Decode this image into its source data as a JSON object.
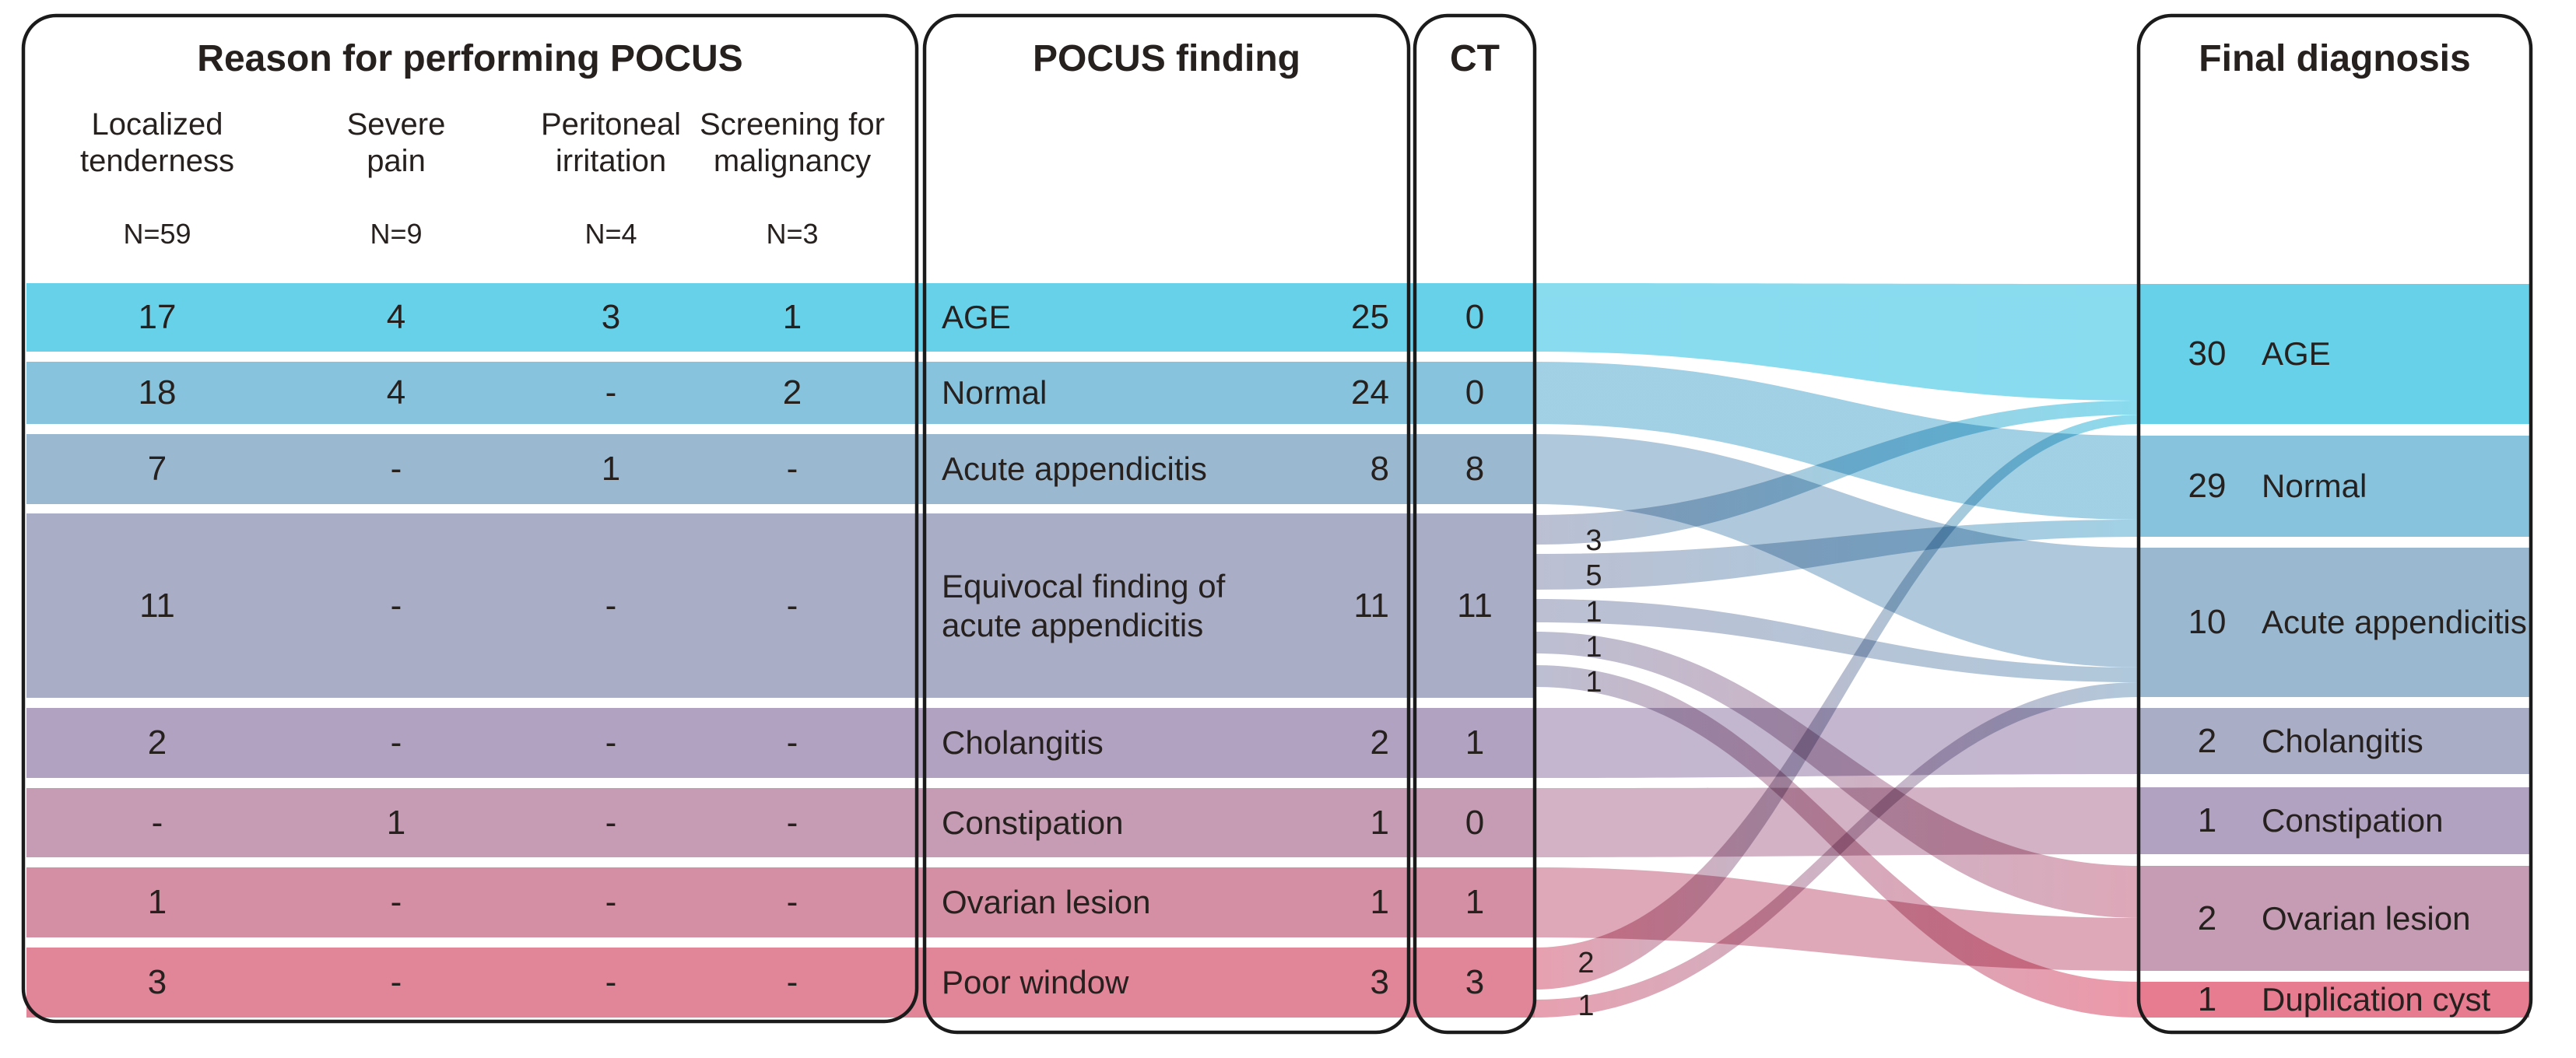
{
  "left_panel": {
    "title": "Reason for performing POCUS",
    "columns": [
      {
        "label": "Localized\ntenderness",
        "n": "N=59"
      },
      {
        "label": "Severe\npain",
        "n": "N=9"
      },
      {
        "label": "Peritoneal\nirritation",
        "n": "N=4"
      },
      {
        "label": "Screening for\nmalignancy",
        "n": "N=3"
      }
    ],
    "rows": [
      [
        "17",
        "4",
        "3",
        "1"
      ],
      [
        "18",
        "4",
        "-",
        "2"
      ],
      [
        "7",
        "-",
        "1",
        "-"
      ],
      [
        "11",
        "-",
        "-",
        "-"
      ],
      [
        "2",
        "-",
        "-",
        "-"
      ],
      [
        "-",
        "1",
        "-",
        "-"
      ],
      [
        "1",
        "-",
        "-",
        "-"
      ],
      [
        "3",
        "-",
        "-",
        "-"
      ]
    ]
  },
  "pocus_panel": {
    "title": "POCUS finding",
    "rows": [
      {
        "label": "AGE",
        "value": "25"
      },
      {
        "label": "Normal",
        "value": "24"
      },
      {
        "label": "Acute appendicitis",
        "value": "8"
      },
      {
        "label": "Equivocal finding of\nacute appendicitis",
        "value": "11"
      },
      {
        "label": "Cholangitis",
        "value": "2"
      },
      {
        "label": "Constipation",
        "value": "1"
      },
      {
        "label": "Ovarian lesion",
        "value": "1"
      },
      {
        "label": "Poor window",
        "value": "3"
      }
    ]
  },
  "ct_panel": {
    "title": "CT",
    "values": [
      "0",
      "0",
      "8",
      "11",
      "1",
      "0",
      "1",
      "3"
    ]
  },
  "final_panel": {
    "title": "Final diagnosis",
    "rows": [
      {
        "value": "30",
        "label": "AGE"
      },
      {
        "value": "29",
        "label": "Normal"
      },
      {
        "value": "10",
        "label": "Acute appendicitis"
      },
      {
        "value": "2",
        "label": "Cholangitis"
      },
      {
        "value": "1",
        "label": "Constipation"
      },
      {
        "value": "2",
        "label": "Ovarian lesion"
      },
      {
        "value": "1",
        "label": "Duplication cyst"
      }
    ]
  },
  "flow_labels": {
    "equivocal_split": [
      "3",
      "5",
      "1",
      "1",
      "1"
    ],
    "poor_window_split": [
      "2",
      "1"
    ]
  },
  "colors": {
    "rows": [
      "#68d1ea",
      "#87c3dd",
      "#9ab9d1",
      "#a9adc5",
      "#b2a2c1",
      "#c59cb3",
      "#d48fa4",
      "#e18599"
    ],
    "duplication_cyst": "#e77b90",
    "border": "#1b1b1b",
    "text": "#26211f"
  },
  "chart_data": {
    "type": "sankey",
    "stages": [
      "Reason for performing POCUS",
      "POCUS finding",
      "CT",
      "Final diagnosis"
    ],
    "reasons": [
      {
        "label": "Localized tenderness",
        "n": 59
      },
      {
        "label": "Severe pain",
        "n": 9
      },
      {
        "label": "Peritoneal irritation",
        "n": 4
      },
      {
        "label": "Screening for malignancy",
        "n": 3
      }
    ],
    "pocus_findings": [
      {
        "label": "AGE",
        "pocus": 25,
        "ct": 0,
        "by_reason": [
          17,
          4,
          3,
          1
        ]
      },
      {
        "label": "Normal",
        "pocus": 24,
        "ct": 0,
        "by_reason": [
          18,
          4,
          0,
          2
        ]
      },
      {
        "label": "Acute appendicitis",
        "pocus": 8,
        "ct": 8,
        "by_reason": [
          7,
          0,
          1,
          0
        ]
      },
      {
        "label": "Equivocal finding of acute appendicitis",
        "pocus": 11,
        "ct": 11,
        "by_reason": [
          11,
          0,
          0,
          0
        ]
      },
      {
        "label": "Cholangitis",
        "pocus": 2,
        "ct": 1,
        "by_reason": [
          2,
          0,
          0,
          0
        ]
      },
      {
        "label": "Constipation",
        "pocus": 1,
        "ct": 0,
        "by_reason": [
          0,
          1,
          0,
          0
        ]
      },
      {
        "label": "Ovarian lesion",
        "pocus": 1,
        "ct": 1,
        "by_reason": [
          1,
          0,
          0,
          0
        ]
      },
      {
        "label": "Poor window",
        "pocus": 3,
        "ct": 3,
        "by_reason": [
          3,
          0,
          0,
          0
        ]
      }
    ],
    "final_diagnosis": [
      {
        "label": "AGE",
        "n": 30
      },
      {
        "label": "Normal",
        "n": 29
      },
      {
        "label": "Acute appendicitis",
        "n": 10
      },
      {
        "label": "Cholangitis",
        "n": 2
      },
      {
        "label": "Constipation",
        "n": 1
      },
      {
        "label": "Ovarian lesion",
        "n": 2
      },
      {
        "label": "Duplication cyst",
        "n": 1
      }
    ],
    "links_pocus_to_final": [
      {
        "from": "AGE",
        "to": "AGE",
        "value": 25
      },
      {
        "from": "Normal",
        "to": "Normal",
        "value": 24
      },
      {
        "from": "Acute appendicitis",
        "to": "Acute appendicitis",
        "value": 8
      },
      {
        "from": "Equivocal finding of acute appendicitis",
        "to": "AGE",
        "value": 3
      },
      {
        "from": "Equivocal finding of acute appendicitis",
        "to": "Normal",
        "value": 5
      },
      {
        "from": "Equivocal finding of acute appendicitis",
        "to": "Acute appendicitis",
        "value": 1
      },
      {
        "from": "Equivocal finding of acute appendicitis",
        "to": "Ovarian lesion",
        "value": 1
      },
      {
        "from": "Equivocal finding of acute appendicitis",
        "to": "Duplication cyst",
        "value": 1
      },
      {
        "from": "Cholangitis",
        "to": "Cholangitis",
        "value": 2
      },
      {
        "from": "Constipation",
        "to": "Constipation",
        "value": 1
      },
      {
        "from": "Ovarian lesion",
        "to": "Ovarian lesion",
        "value": 1
      },
      {
        "from": "Poor window",
        "to": "AGE",
        "value": 2
      },
      {
        "from": "Poor window",
        "to": "Acute appendicitis",
        "value": 1
      }
    ],
    "legend_position": "none",
    "grid": false
  }
}
